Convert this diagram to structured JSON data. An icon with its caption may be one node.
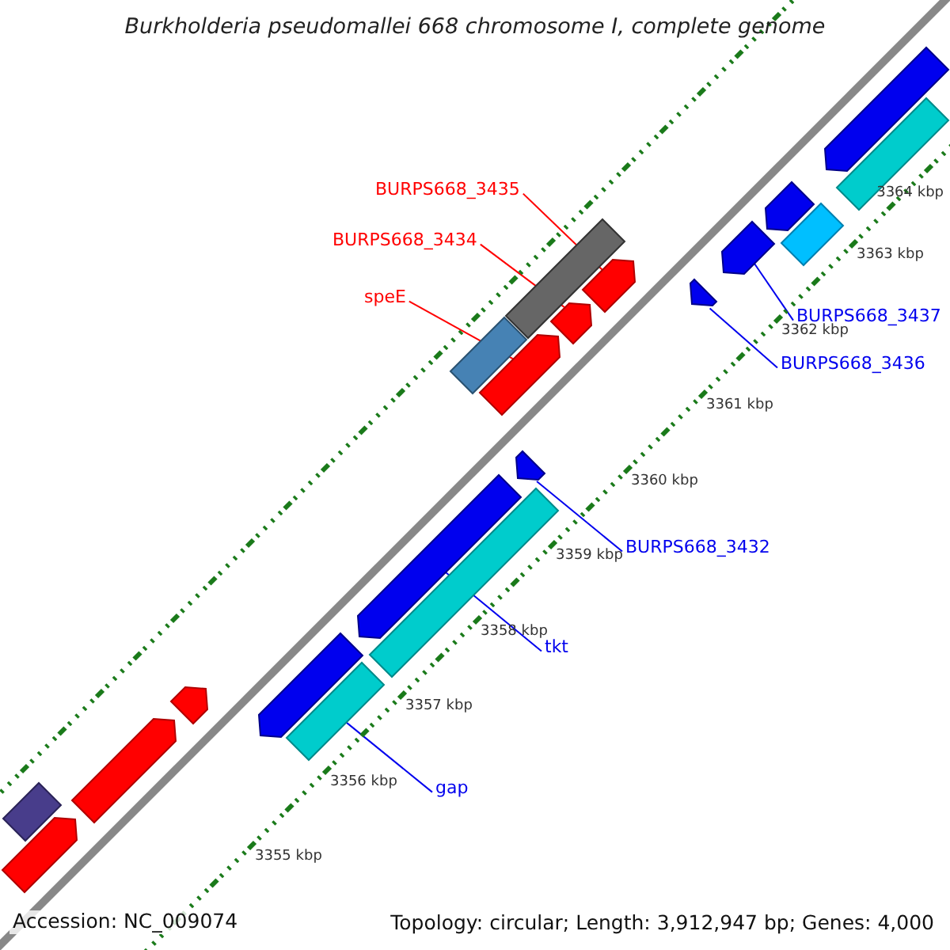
{
  "diagram": {
    "title": "Burkholderia pseudomallei 668 chromosome I, complete genome",
    "nodes": [
      {
        "text": [
          "BURPS668_3435"
        ]
      },
      {
        "text": [
          "BURPS668_3434"
        ]
      },
      {
        "text": [
          "speE"
        ]
      },
      {
        "text": [
          "BURPS668_3437"
        ]
      },
      {
        "text": [
          "BURPS668_3436"
        ]
      },
      {
        "text": [
          "BURPS668_3432"
        ]
      },
      {
        "text": [
          "tkt"
        ]
      },
      {
        "text": [
          "gap"
        ]
      },
      {
        "text": [],
        "shape": "arrow"
      },
      {
        "text": [],
        "shape": "box"
      },
      {
        "text": [],
        "shape": "arrow"
      },
      {
        "text": [],
        "shape": "box"
      },
      {
        "text": [],
        "shape": "box"
      },
      {
        "text": [],
        "shape": "arrow"
      },
      {
        "text": [],
        "shape": "arrow"
      },
      {
        "text": [],
        "shape": "arrow"
      },
      {
        "text": [],
        "shape": "arrow"
      },
      {
        "text": [],
        "shape": "box"
      },
      {
        "text": [],
        "shape": "arrow"
      },
      {
        "text": [],
        "shape": "arrow"
      },
      {
        "text": [],
        "shape": "arrow"
      },
      {
        "text": [],
        "shape": "box"
      },
      {
        "text": [],
        "shape": "arrow"
      },
      {
        "text": [],
        "shape": "box"
      },
      {
        "text": [],
        "shape": "arrow"
      },
      {
        "text": [],
        "shape": "arrow"
      },
      {
        "text": [],
        "shape": "box"
      },
      {
        "text": [],
        "shape": "arrow"
      }
    ],
    "edges": [
      {
        "from": 0,
        "to": 15,
        "arrow": "none",
        "color": "#ff0000"
      },
      {
        "from": 1,
        "to": 16,
        "arrow": "none",
        "color": "#ff0000"
      },
      {
        "from": 2,
        "to": 18,
        "arrow": "none",
        "color": "#ff0000"
      },
      {
        "from": 3,
        "to": 13,
        "arrow": "none"
      },
      {
        "from": 4,
        "to": 14,
        "arrow": "none"
      },
      {
        "from": 5,
        "to": 19,
        "arrow": "none"
      },
      {
        "from": 6,
        "to": 20,
        "arrow": "none"
      },
      {
        "from": 7,
        "to": 23,
        "arrow": "none"
      }
    ],
    "labels": [
      "3364 kbp",
      "3363 kbp",
      "3362 kbp",
      "3361 kbp",
      "3360 kbp",
      "3359 kbp",
      "3358 kbp",
      "3357 kbp",
      "3356 kbp",
      "3355 kbp",
      "Accession: NC_009074",
      "Topology: circular; Length: 3,912,947 bp; Genes: 4,000"
    ]
  }
}
